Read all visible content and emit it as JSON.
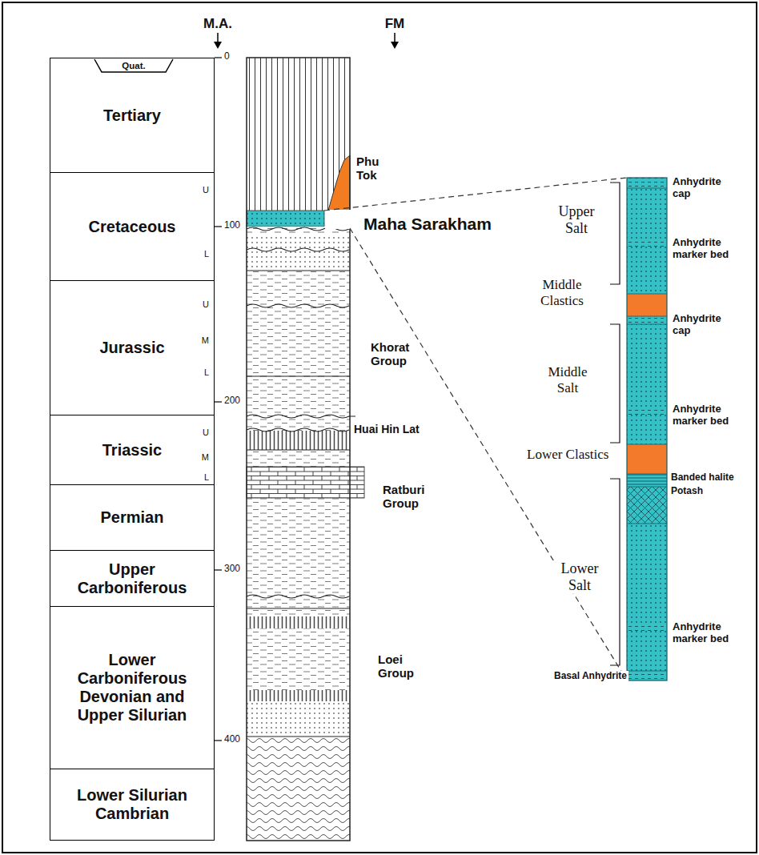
{
  "diagram": {
    "nodes": [
      {
        "text": [
          "Quat."
        ]
      },
      {
        "text": [
          "Tertiary"
        ]
      },
      {
        "text": [
          "Cretaceous",
          "U",
          "L"
        ]
      },
      {
        "text": [
          "Jurassic",
          "U",
          "M",
          "L"
        ]
      },
      {
        "text": [
          "Triassic",
          "U",
          "M",
          "L"
        ]
      },
      {
        "text": [
          "Permian"
        ]
      },
      {
        "text": [
          "Upper Carboniferous"
        ]
      },
      {
        "text": [
          "Lower Carboniferous Devonian and Upper Silurian"
        ]
      },
      {
        "text": [
          "Lower Silurian Cambrian"
        ]
      }
    ],
    "labels": [
      "M.A.",
      "FM",
      "0",
      "100",
      "200",
      "300",
      "400",
      "Phu Tok",
      "Maha Sarakham",
      "Khorat Group",
      "Huai Hin Lat",
      "Ratburi Group",
      "Loei Group",
      "Anhydrite cap",
      "Anhydrite marker bed",
      "Upper Salt",
      "Middle Clastics",
      "Anhydrite cap",
      "Middle Salt",
      "Anhydrite marker bed",
      "Lower Clastics",
      "Banded halite",
      "Potash",
      "Lower Salt",
      "Anhydrite marker bed",
      "Basal Anhydrite"
    ]
  }
}
